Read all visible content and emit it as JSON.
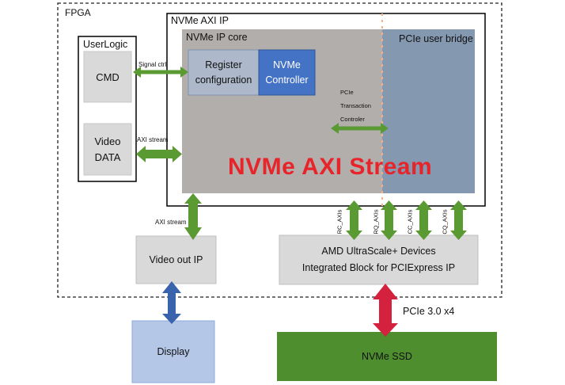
{
  "fpga": {
    "label": "FPGA"
  },
  "user_logic": {
    "label": "UserLogic",
    "cmd": "CMD",
    "video_data_line1": "Video",
    "video_data_line2": "DATA"
  },
  "nvme_axi_ip": {
    "label": "NVMe AXI IP",
    "core_label": "NVMe IP core",
    "register_line1": "Register",
    "register_line2": "configuration",
    "controller_line1": "NVMe",
    "controller_line2": "Controller",
    "bridge_label": "PCIe user bridge",
    "pcie_txn_line1": "PCIe",
    "pcie_txn_line2": "Transaction",
    "pcie_txn_line3": "Controler"
  },
  "overlay_title": "NVMe AXI Stream",
  "links": {
    "signal_ctrl": "Signal ctrl",
    "axi_stream_in": "AXI stream",
    "axi_stream_out": "AXI stream",
    "rc_axis": "RC_AXIs",
    "rq_axis": "RQ_AXIs",
    "cc_axis": "CC_AXIs",
    "cq_axis": "CQ_AXIs",
    "pcie_link": "PCIe 3.0 x4"
  },
  "video_out": {
    "label": "Video out IP"
  },
  "display": {
    "label": "Display"
  },
  "amd_block": {
    "line1": "AMD UltraScale+ Devices",
    "line2": "Integrated Block for PCIExpress IP"
  },
  "ssd": {
    "label": "NVMe SSD"
  },
  "colors": {
    "green_arrow": "#5a9a32",
    "red_arrow": "#d4213d",
    "blue_arrow": "#3a63ad",
    "core_gray": "#b2aeac",
    "bridge_blue": "#8498b0",
    "controller_blue": "#4472c4",
    "register_blue": "#adb9ca",
    "ssd_green": "#4e8e2f",
    "display_blue": "#b4c7e7",
    "title_red": "#e8242b",
    "divider_orange": "#f4b183"
  }
}
